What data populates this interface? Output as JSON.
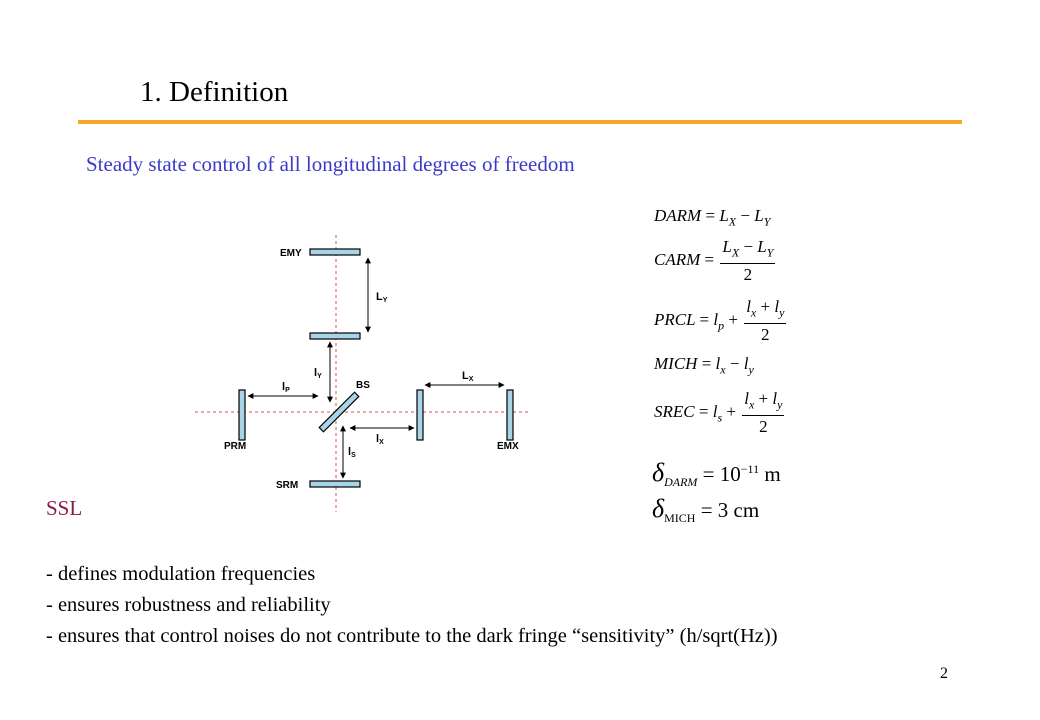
{
  "slide": {
    "title": "1. Definition",
    "subtitle": "Steady state control of all longitudinal degrees of freedom",
    "page_number": "2",
    "accent_color": "#f5a623",
    "subtitle_color": "#3a3ac8",
    "ssl_color": "#8b1a4a"
  },
  "diagram": {
    "mirrors": [
      "EMY",
      "BS",
      "PRM",
      "SRM",
      "EMX"
    ],
    "lengths": {
      "LY": {
        "main": "L",
        "sub": "Y"
      },
      "lY": {
        "main": "l",
        "sub": "Y"
      },
      "lP": {
        "main": "l",
        "sub": "P"
      },
      "LX": {
        "main": "L",
        "sub": "X"
      },
      "lX": {
        "main": "l",
        "sub": "X"
      },
      "lS": {
        "main": "l",
        "sub": "S"
      }
    }
  },
  "equations": {
    "darm": {
      "lhs": "DARM",
      "rhs": "L",
      "rhs_sub1": "X",
      "minus": " − ",
      "rhs2": "L",
      "rhs_sub2": "Y"
    },
    "carm": {
      "lhs": "CARM",
      "num": "L",
      "num_sub1": "X",
      "num_op": " − ",
      "num2": "L",
      "num_sub2": "Y",
      "den": "2"
    },
    "prcl": {
      "lhs": "PRCL",
      "term": "l",
      "term_sub": "p",
      "plus": " + ",
      "num": "l",
      "num_sub1": "x",
      "num_op": " + ",
      "num2": "l",
      "num_sub2": "y",
      "den": "2"
    },
    "mich": {
      "lhs": "MICH",
      "term": "l",
      "term_sub": "x",
      "minus": " − ",
      "term2": "l",
      "term2_sub": "y"
    },
    "srec": {
      "lhs": "SREC",
      "term": "l",
      "term_sub": "s",
      "plus": " + ",
      "num": "l",
      "num_sub1": "x",
      "num_op": " + ",
      "num2": "l",
      "num_sub2": "y",
      "den": "2"
    },
    "delta_darm": {
      "symbol": "δ",
      "sub": "DARM",
      "value": "10",
      "exp": "−11",
      "unit": " m"
    },
    "delta_mich": {
      "symbol": "δ",
      "sub": "MICH",
      "value": "3",
      "unit": " cm"
    }
  },
  "ssl": {
    "title": "SSL",
    "bullets": [
      "- defines modulation frequencies",
      "- ensures robustness and reliability",
      "- ensures that control noises do not contribute to the dark fringe “sensitivity” (h/sqrt(Hz))"
    ]
  }
}
